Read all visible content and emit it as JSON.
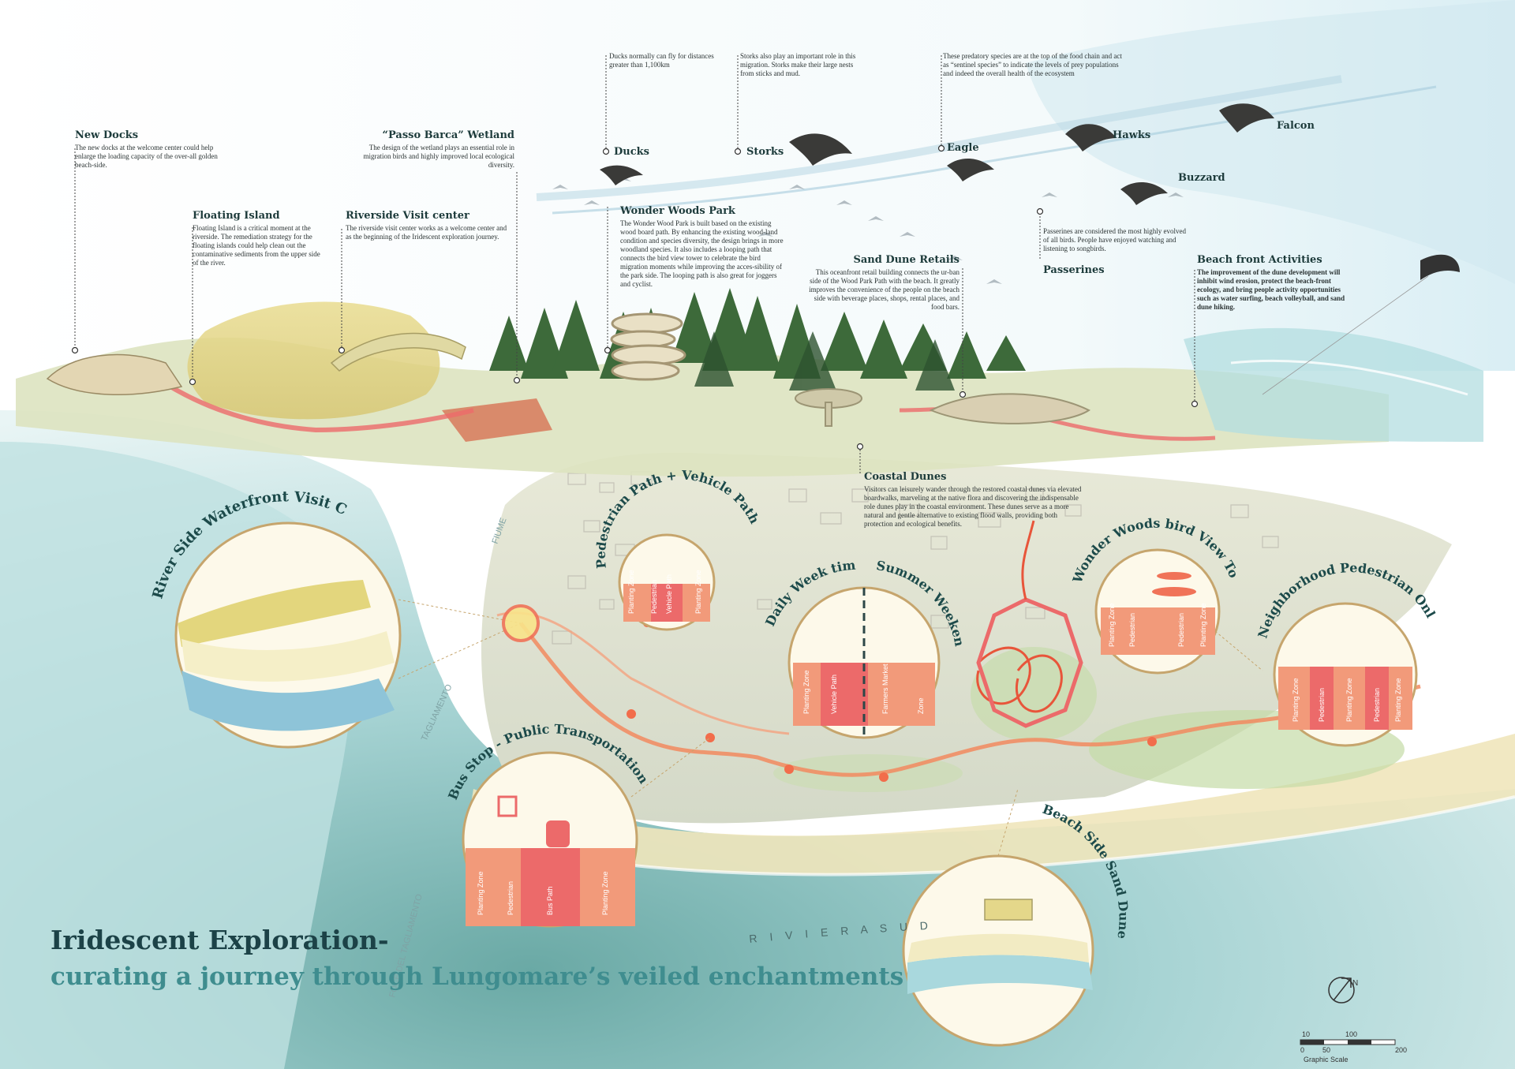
{
  "title": {
    "main": "Iridescent Exploration-",
    "sub": "curating a journey through Lungomare’s veiled enchantments"
  },
  "annotations": [
    {
      "id": "new-docks",
      "title": "New Docks",
      "body": "The new docks at the welcome center could help enlarge the loading capacity of the over-all golden beach-side."
    },
    {
      "id": "floating-island",
      "title": "Floating Island",
      "body": "Floating Island is a critical moment at the riverside. The remediation strategy for the floating islands could help clean out the contaminative sediments from the upper side of the river."
    },
    {
      "id": "passo-barca",
      "title": "“Passo Barca” Wetland",
      "body": "The design of the wetland plays an essential role in migration birds and highly improved local ecological diversity."
    },
    {
      "id": "riverside-visit",
      "title": "Riverside Visit center",
      "body": "The riverside visit center works as a welcome center and as the beginning of the Iridescent exploration journey."
    },
    {
      "id": "wonder-woods",
      "title": "Wonder Woods Park",
      "body": "The Wonder Wood Park is built based on the existing wood board path. By enhancing the existing wood-land condition and species diversity, the design brings in more woodland species. It also includes a looping path that connects the bird view tower to celebrate the bird migration moments while improving the acces-sibility of the park side. The looping path is also great for joggers and cyclist."
    },
    {
      "id": "sand-dune-retails",
      "title": "Sand Dune Retails",
      "body": "This oceanfront retail building connects the ur-ban side of the Wood Park Path with the beach. It greatly improves the convenience of the people on the beach side with beverage places, shops, rental places, and food bars."
    },
    {
      "id": "beach-front",
      "title": "Beach front Activities",
      "body": "The improvement of the dune development will inhibit wind erosion, protect the beach-front ecology, and bring people activity opportunities such as water surfing, beach volleyball, and sand dune hiking."
    },
    {
      "id": "coastal-dunes",
      "title": "Coastal Dunes",
      "body": "Visitors can leisurely wander through the restored coastal dunes via elevated boardwalks, marveling at the native flora and discovering the indispensable role dunes play in the coastal environment. These dunes serve as a more natural and gentle alternative to existing flood walls, providing both protection and ecological benefits."
    }
  ],
  "birds": {
    "ducks": "Ducks",
    "storks": "Storks",
    "eagle": "Eagle",
    "hawks": "Hawks",
    "falcon": "Falcon",
    "buzzard": "Buzzard",
    "passerines": "Passerines"
  },
  "bird_notes": {
    "ducks": "Ducks normally can fly for distances greater than 1,100km",
    "storks": "Storks also play an important role in this migration. Storks make their large nests from sticks and mud.",
    "eagle": "These predatory species are at the top of the food chain and act as “sentinel species” to indicate the levels of prey populations and indeed the overall health of the ecosystem",
    "passerines": "Passerines are considered the most highly evolved of all birds. People have enjoyed watching and listening to songbirds."
  },
  "circles": {
    "riverside": "River Side Waterfront Visit Center",
    "pedestrian_vehicle": "Pedestrian Path + Vehicle Path",
    "daily_week": "Daily Week time",
    "summer_weekend": "Summer Weekend",
    "bird_tower": "Wonder Woods bird View Tower",
    "neighborhood": "Neighborhood Pedestrian Only",
    "bus_stop": "Bus Stop - Public Transportation",
    "beach_side": "Beach Side Sand Dune Park"
  },
  "zones": {
    "planting_zone": "Planting Zone",
    "pedestrian": "Pedestrian",
    "vehicle_path": "Vehicle Path",
    "bus_path": "Bus Path",
    "farmers_market": "Farmers Market",
    "zone": "Zone",
    "planting_zone_short": "Planting Zone"
  },
  "map_text": {
    "riviera_sud": "R I V I E R A   S U D",
    "tagliamento": "TAGLIAMENTO",
    "foce": "FOCE DEL TAGLIAMENTO",
    "fiume": "FIUME"
  },
  "scale": {
    "t10": "10",
    "t100": "100",
    "t0": "0",
    "t50": "50",
    "t200": "200",
    "label": "Graphic Scale"
  },
  "north": "N",
  "colors": {
    "accent": "#f07358",
    "teal": "#1c4a4a",
    "sand": "#efe3a4",
    "sea": "#a9d8dd"
  }
}
